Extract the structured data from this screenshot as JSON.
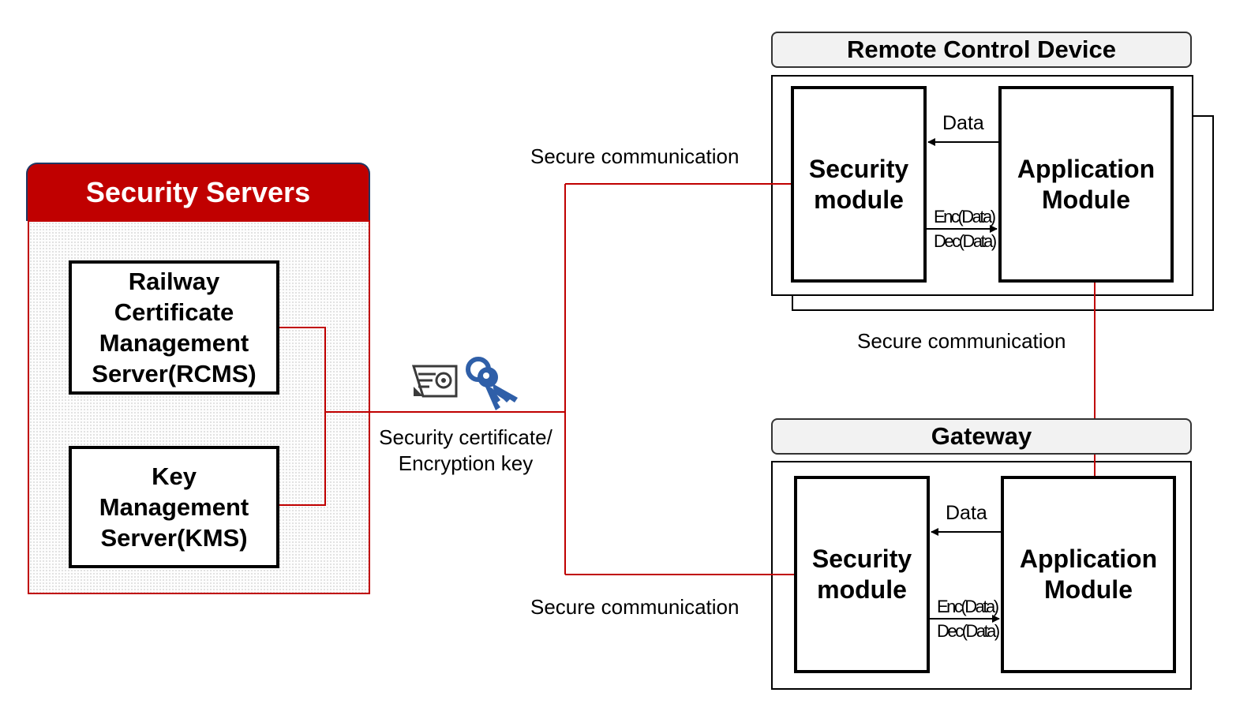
{
  "security_servers": {
    "title": "Security Servers",
    "rcms": "Railway Certificate Management Server(RCMS)",
    "kms": "Key Management Server(KMS)"
  },
  "distribution": {
    "line1": "Security certificate/",
    "line2": "Encryption key",
    "icons": [
      "certificate-icon",
      "keys-icon"
    ]
  },
  "remote_device": {
    "title": "Remote Control Device",
    "security_module": "Security module",
    "application_module": "Application Module",
    "data_label": "Data",
    "enc_label": "Enc(Data)",
    "dec_label": "Dec(Data)"
  },
  "gateway": {
    "title": "Gateway",
    "security_module": "Security module",
    "application_module": "Application Module",
    "data_label": "Data",
    "enc_label": "Enc(Data)",
    "dec_label": "Dec(Data)"
  },
  "links": {
    "top": "Secure communication",
    "middle": "Secure communication",
    "bottom": "Secure communication"
  },
  "colors": {
    "accent": "#c00000",
    "key_blue": "#2f5fa8"
  }
}
